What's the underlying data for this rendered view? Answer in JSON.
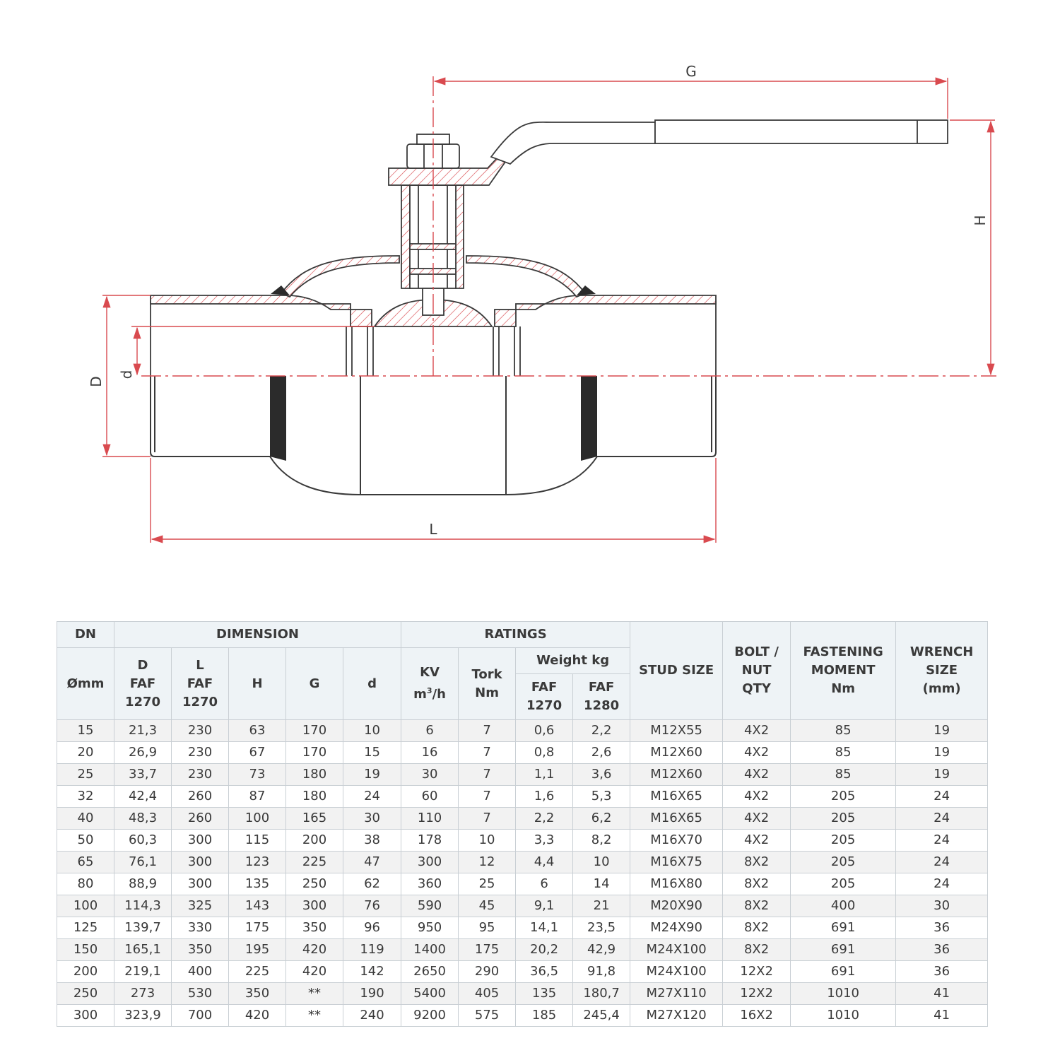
{
  "drawing": {
    "dimension_labels": {
      "G": "G",
      "H": "H",
      "D": "D",
      "d": "d",
      "L": "L"
    },
    "colors": {
      "dimension_line": "#d94a4f",
      "outline": "#3a3a3a",
      "hatch": "#d94a4f",
      "weld": "#2b2b2b"
    }
  },
  "table": {
    "groups": {
      "dn": "DN",
      "dimension": "DIMENSION",
      "ratings": "RATINGS"
    },
    "headers": {
      "dn_unit": "Ømm",
      "D": [
        "D",
        "FAF",
        "1270"
      ],
      "L": [
        "L",
        "FAF",
        "1270"
      ],
      "H": "H",
      "G": "G",
      "d": "d",
      "kv_line1": "KV",
      "kv_line2_pre": "m",
      "kv_line2_sup": "3",
      "kv_line2_post": "/h",
      "tork": [
        "Tork",
        "Nm"
      ],
      "weight": "Weight  kg",
      "faf1270": [
        "FAF",
        "1270"
      ],
      "faf1280": [
        "FAF",
        "1280"
      ],
      "stud": "STUD SIZE",
      "bolt": [
        "BOLT /",
        "NUT",
        "QTY"
      ],
      "fastening": [
        "FASTENING",
        "MOMENT",
        "Nm"
      ],
      "wrench": [
        "WRENCH",
        "SIZE",
        "(mm)"
      ]
    },
    "rows": [
      [
        "15",
        "21,3",
        "230",
        "63",
        "170",
        "10",
        "6",
        "7",
        "0,6",
        "2,2",
        "M12X55",
        "4X2",
        "85",
        "19"
      ],
      [
        "20",
        "26,9",
        "230",
        "67",
        "170",
        "15",
        "16",
        "7",
        "0,8",
        "2,6",
        "M12X60",
        "4X2",
        "85",
        "19"
      ],
      [
        "25",
        "33,7",
        "230",
        "73",
        "180",
        "19",
        "30",
        "7",
        "1,1",
        "3,6",
        "M12X60",
        "4X2",
        "85",
        "19"
      ],
      [
        "32",
        "42,4",
        "260",
        "87",
        "180",
        "24",
        "60",
        "7",
        "1,6",
        "5,3",
        "M16X65",
        "4X2",
        "205",
        "24"
      ],
      [
        "40",
        "48,3",
        "260",
        "100",
        "165",
        "30",
        "110",
        "7",
        "2,2",
        "6,2",
        "M16X65",
        "4X2",
        "205",
        "24"
      ],
      [
        "50",
        "60,3",
        "300",
        "115",
        "200",
        "38",
        "178",
        "10",
        "3,3",
        "8,2",
        "M16X70",
        "4X2",
        "205",
        "24"
      ],
      [
        "65",
        "76,1",
        "300",
        "123",
        "225",
        "47",
        "300",
        "12",
        "4,4",
        "10",
        "M16X75",
        "8X2",
        "205",
        "24"
      ],
      [
        "80",
        "88,9",
        "300",
        "135",
        "250",
        "62",
        "360",
        "25",
        "6",
        "14",
        "M16X80",
        "8X2",
        "205",
        "24"
      ],
      [
        "100",
        "114,3",
        "325",
        "143",
        "300",
        "76",
        "590",
        "45",
        "9,1",
        "21",
        "M20X90",
        "8X2",
        "400",
        "30"
      ],
      [
        "125",
        "139,7",
        "330",
        "175",
        "350",
        "96",
        "950",
        "95",
        "14,1",
        "23,5",
        "M24X90",
        "8X2",
        "691",
        "36"
      ],
      [
        "150",
        "165,1",
        "350",
        "195",
        "420",
        "119",
        "1400",
        "175",
        "20,2",
        "42,9",
        "M24X100",
        "8X2",
        "691",
        "36"
      ],
      [
        "200",
        "219,1",
        "400",
        "225",
        "420",
        "142",
        "2650",
        "290",
        "36,5",
        "91,8",
        "M24X100",
        "12X2",
        "691",
        "36"
      ],
      [
        "250",
        "273",
        "530",
        "350",
        "**",
        "190",
        "5400",
        "405",
        "135",
        "180,7",
        "M27X110",
        "12X2",
        "1010",
        "41"
      ],
      [
        "300",
        "323,9",
        "700",
        "420",
        "**",
        "240",
        "9200",
        "575",
        "185",
        "245,4",
        "M27X120",
        "16X2",
        "1010",
        "41"
      ]
    ]
  }
}
